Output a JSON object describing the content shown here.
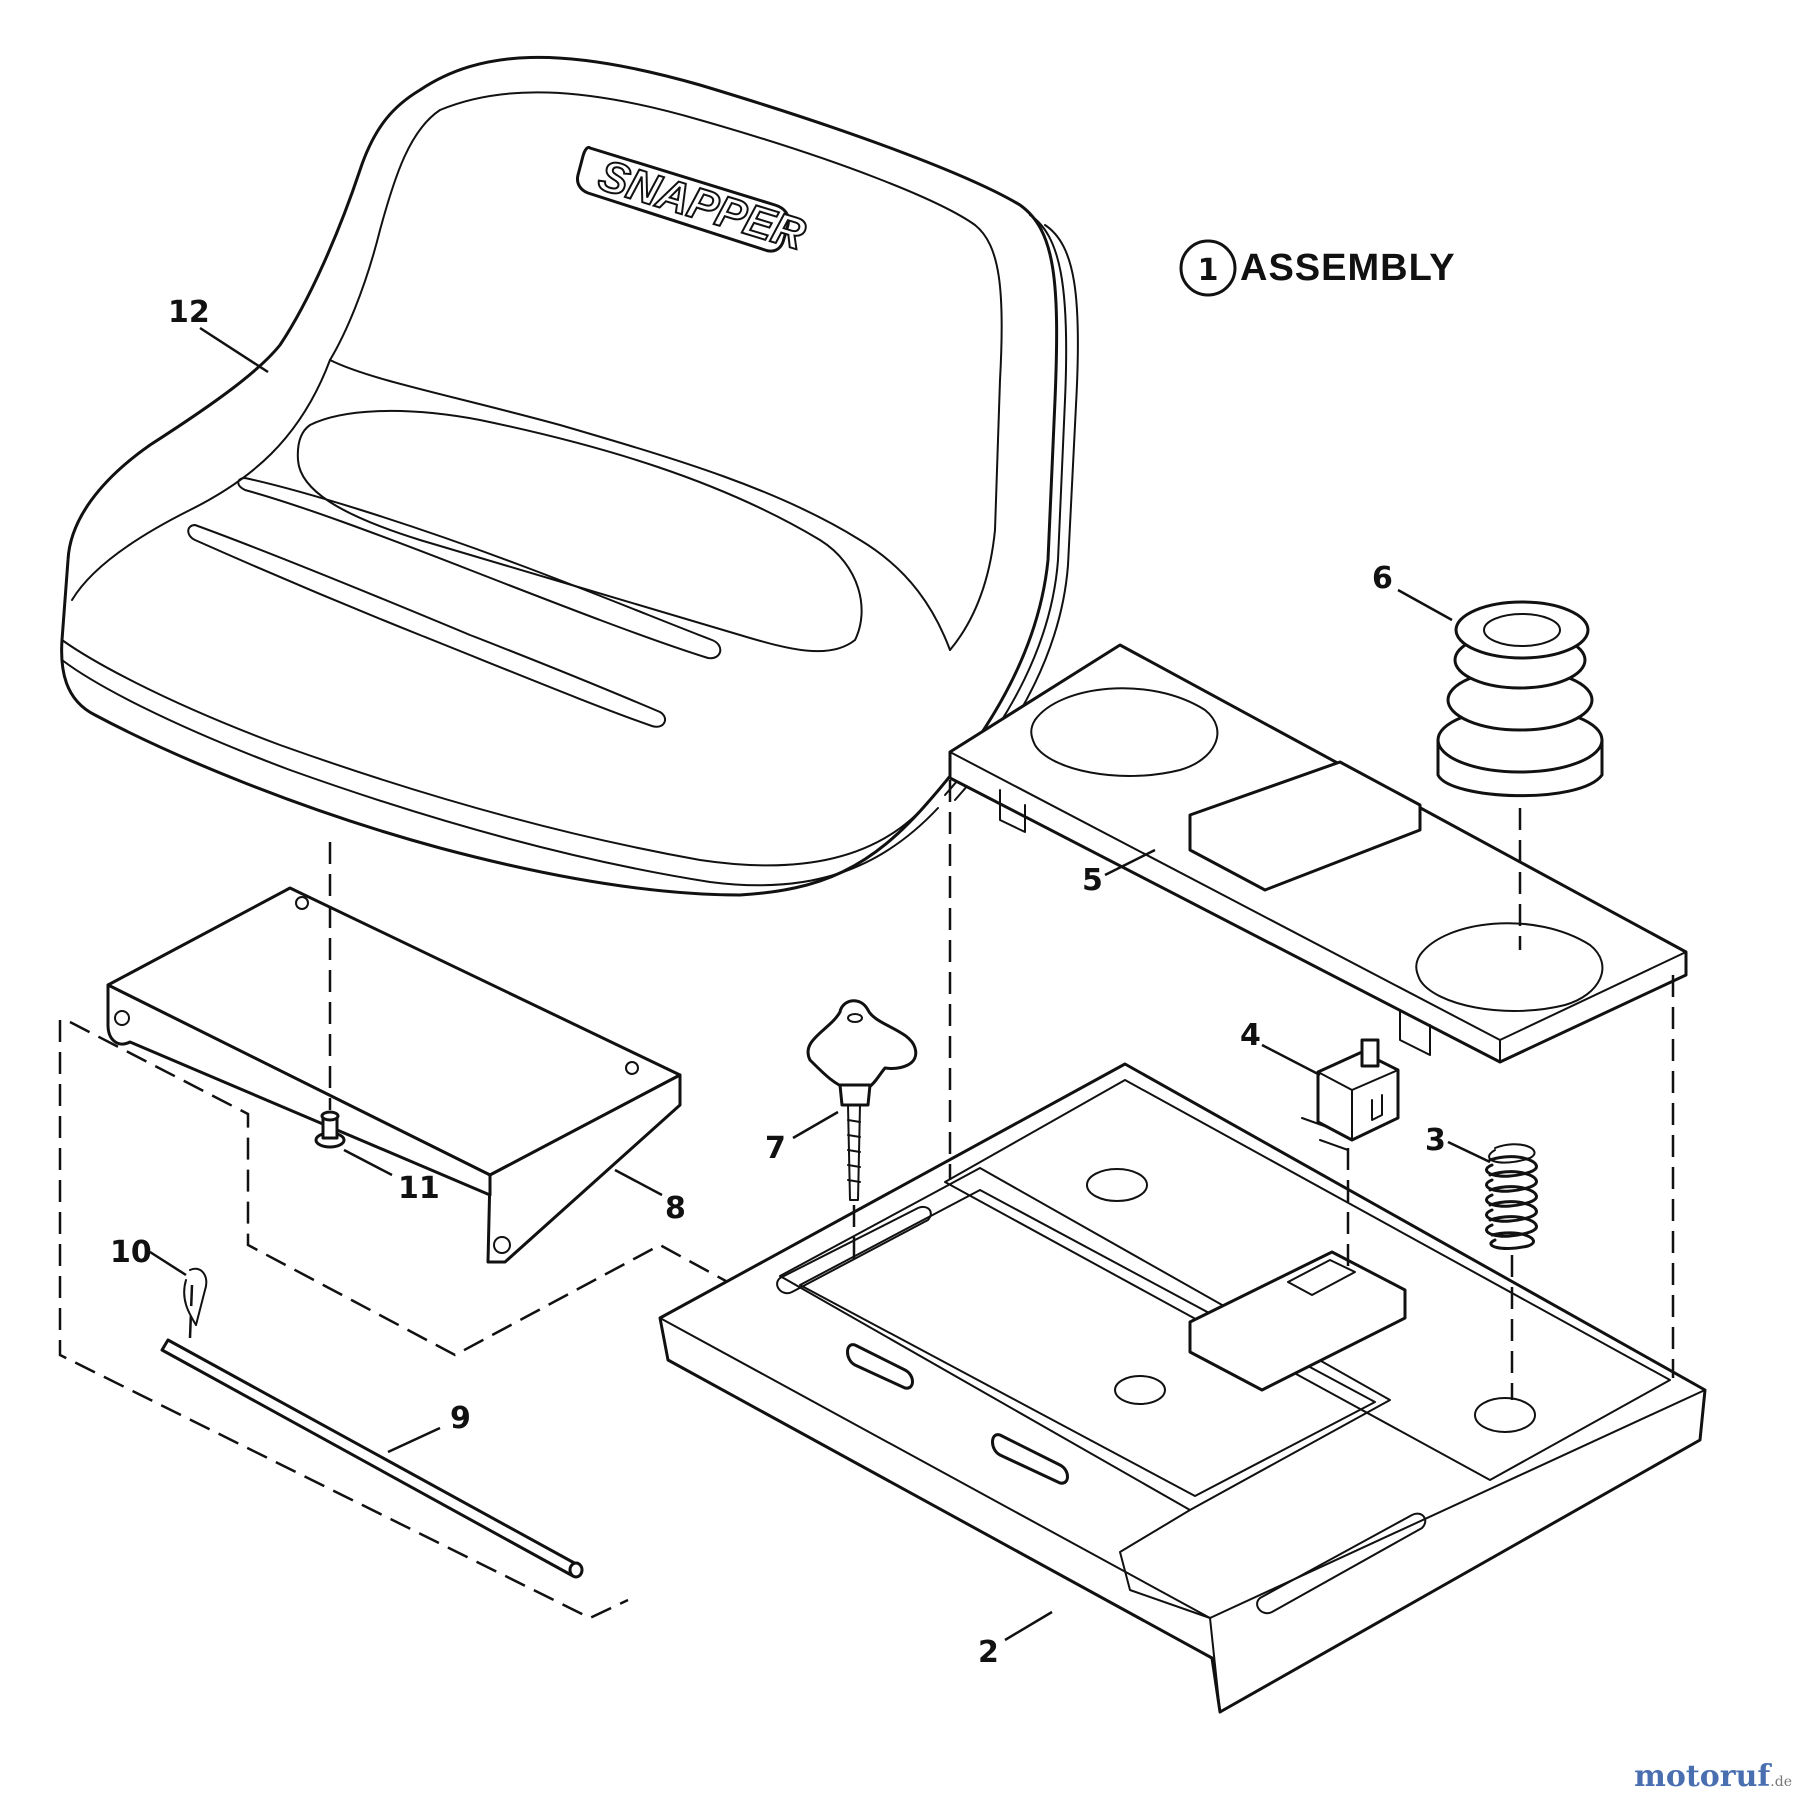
{
  "assembly": {
    "number": "1",
    "label": "ASSEMBLY"
  },
  "brand": "SNAPPER",
  "callouts": {
    "c2": "2",
    "c3": "3",
    "c4": "4",
    "c5": "5",
    "c6": "6",
    "c7": "7",
    "c8": "8",
    "c9": "9",
    "c10": "10",
    "c11": "11",
    "c12": "12"
  },
  "watermark": {
    "name": "motoruf",
    "tld": ".de"
  }
}
